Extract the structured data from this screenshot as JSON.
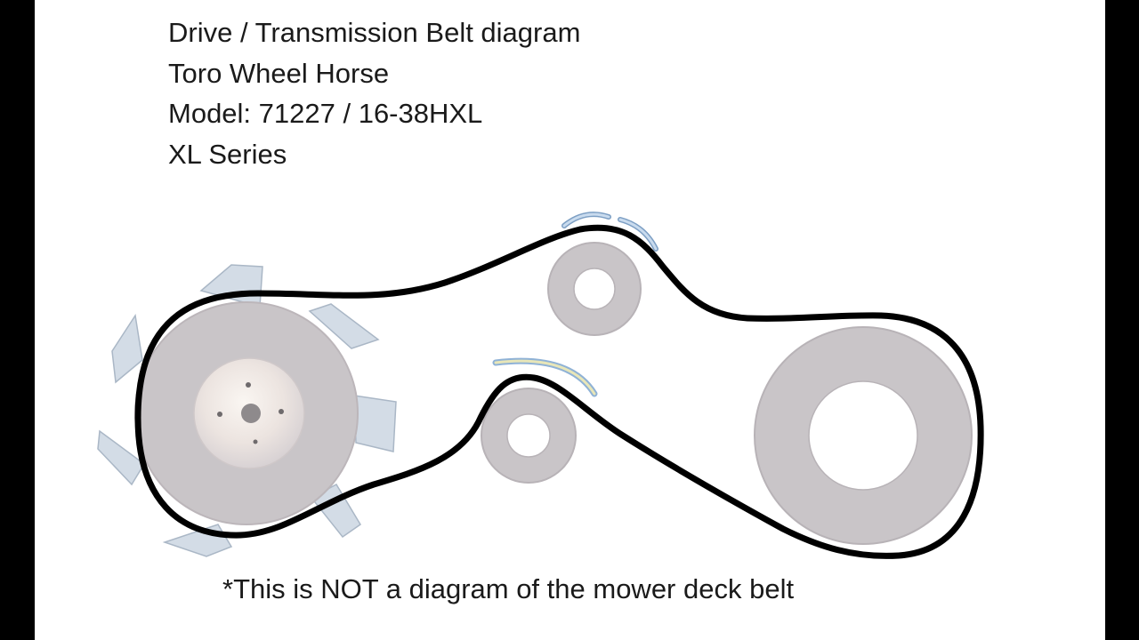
{
  "title_lines": [
    "Drive / Transmission Belt diagram",
    "Toro Wheel Horse",
    "Model: 71227 / 16-38HXL",
    "XL Series"
  ],
  "footnote": "*This is NOT a diagram of the mower deck belt",
  "colors": {
    "pulley": "#c9c5c8",
    "pulley_edge": "#b8b3b7",
    "fan_blade": "#d3dce6",
    "fan_blade_edge": "#aab7c6",
    "belt": "#000000",
    "belt_guide_blue": "#8fb2d6",
    "belt_guide_yellow": "#e8e6b8",
    "hub": "#f2ece8"
  }
}
